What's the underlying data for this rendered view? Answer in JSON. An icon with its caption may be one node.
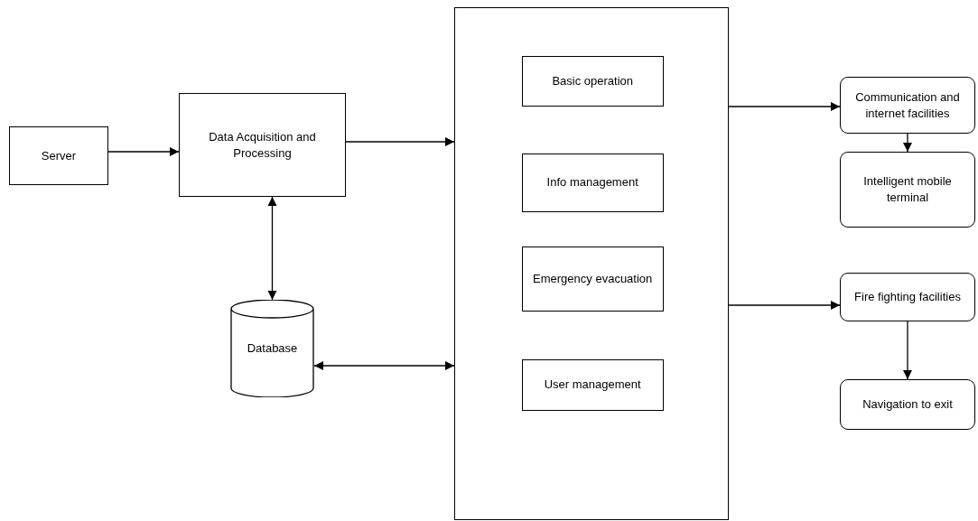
{
  "diagram": {
    "nodes": [
      {
        "text": [
          "Server"
        ]
      },
      {
        "text": [
          "Data Acquisition and Processing"
        ]
      },
      {
        "text": [
          "Database"
        ]
      },
      {
        "text": [],
        "shape": "box"
      },
      {
        "text": [
          "Basic operation"
        ],
        "in": 3
      },
      {
        "text": [
          "Info management"
        ],
        "in": 3
      },
      {
        "text": [
          "Emergency evacuation"
        ],
        "in": 3
      },
      {
        "text": [
          "User management"
        ],
        "in": 3
      },
      {
        "text": [
          "Communication and internet facilities"
        ]
      },
      {
        "text": [
          "Intelligent mobile terminal"
        ]
      },
      {
        "text": [
          "Fire fighting facilities"
        ]
      },
      {
        "text": [
          "Navigation to exit"
        ]
      }
    ],
    "edges": [
      {
        "from": 0,
        "to": 1,
        "arrow": "to"
      },
      {
        "from": 1,
        "to": 3,
        "arrow": "to"
      },
      {
        "from": 1,
        "to": 2,
        "arrow": "both"
      },
      {
        "from": 2,
        "to": 3,
        "arrow": "both"
      },
      {
        "from": 3,
        "to": 8,
        "arrow": "to"
      },
      {
        "from": 8,
        "to": 9,
        "arrow": "to"
      },
      {
        "from": 3,
        "to": 10,
        "arrow": "to"
      },
      {
        "from": 10,
        "to": 11,
        "arrow": "to"
      }
    ]
  }
}
